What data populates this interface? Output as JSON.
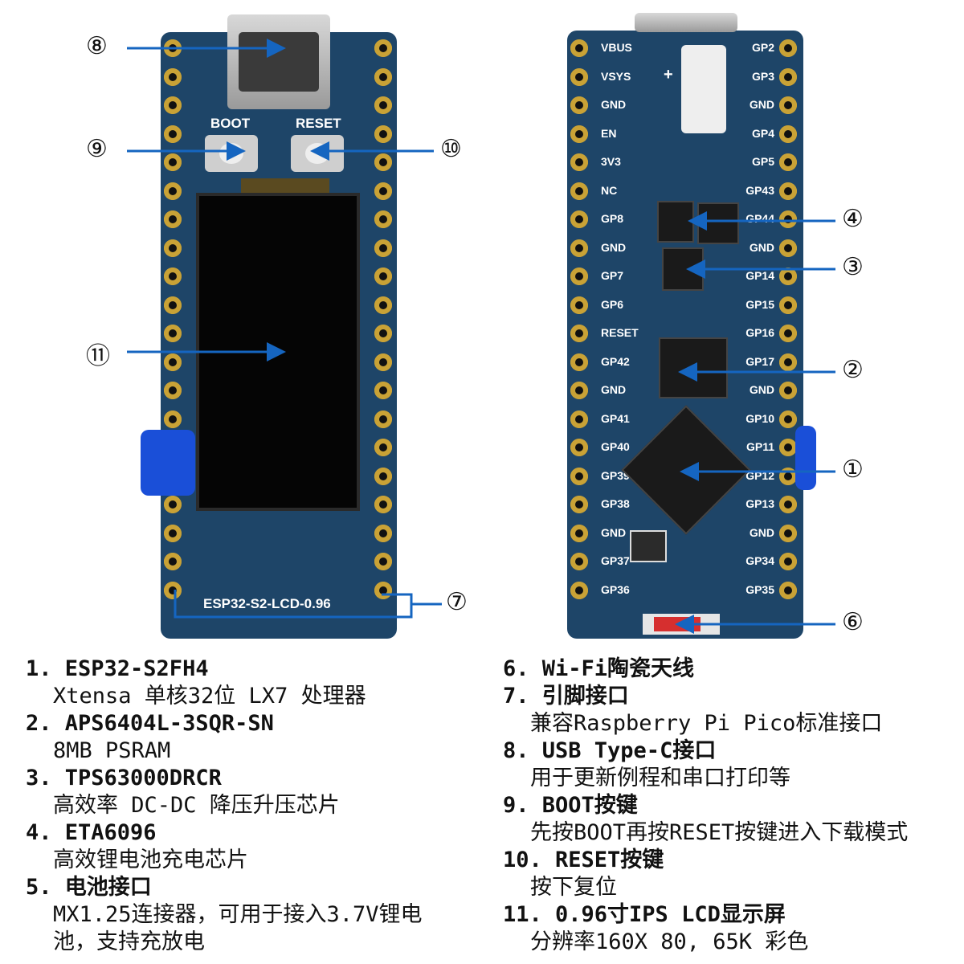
{
  "callouts": {
    "c1": "①",
    "c2": "②",
    "c3": "③",
    "c4": "④",
    "c6": "⑥",
    "c7": "⑦",
    "c8": "⑧",
    "c9": "⑨",
    "c10": "⑩",
    "c11": "⑪"
  },
  "front": {
    "boot_label": "BOOT",
    "reset_label": "RESET",
    "board_name": "ESP32-S2-LCD-0.96"
  },
  "back": {
    "left_pins": [
      "VBUS",
      "VSYS",
      "GND",
      "EN",
      "3V3",
      "NC",
      "GP8",
      "GND",
      "GP7",
      "GP6",
      "RESET",
      "GP42",
      "GND",
      "GP41",
      "GP40",
      "GP39",
      "GP38",
      "GND",
      "GP37",
      "GP36"
    ],
    "right_pins": [
      "GP2",
      "GP3",
      "GND",
      "GP4",
      "GP5",
      "GP43",
      "GP44",
      "GND",
      "GP14",
      "GP15",
      "GP16",
      "GP17",
      "GND",
      "GP10",
      "GP11",
      "GP12",
      "GP13",
      "GND",
      "GP34",
      "GP35"
    ],
    "plus_sign": "+"
  },
  "legend_left": [
    {
      "title": "1. ESP32-S2FH4",
      "desc": "Xtensa 单核32位 LX7 处理器"
    },
    {
      "title": "2. APS6404L-3SQR-SN",
      "desc": "8MB PSRAM"
    },
    {
      "title": "3. TPS63000DRCR",
      "desc": "高效率 DC-DC 降压升压芯片"
    },
    {
      "title": "4. ETA6096",
      "desc": "高效锂电池充电芯片"
    },
    {
      "title": "5. 电池接口",
      "desc": "MX1.25连接器，可用于接入3.7V锂电",
      "desc2": "池，支持充放电"
    }
  ],
  "legend_right": [
    {
      "title": "6. Wi-Fi陶瓷天线",
      "desc": ""
    },
    {
      "title": "7. 引脚接口",
      "desc": "兼容Raspberry Pi Pico标准接口"
    },
    {
      "title": "8. USB Type-C接口",
      "desc": "用于更新例程和串口打印等"
    },
    {
      "title": "9. BOOT按键",
      "desc": "先按BOOT再按RESET按键进入下载模式"
    },
    {
      "title": "10. RESET按键",
      "desc": "按下复位"
    },
    {
      "title": "11. 0.96寸IPS LCD显示屏",
      "desc": "分辨率160X 80, 65K 彩色"
    }
  ],
  "colors": {
    "pcb": "#1e4568",
    "pad": "#c9a236",
    "arrow": "#1565c0",
    "battery_tab": "#1a4fd8",
    "antenna": "#d62f2f"
  }
}
